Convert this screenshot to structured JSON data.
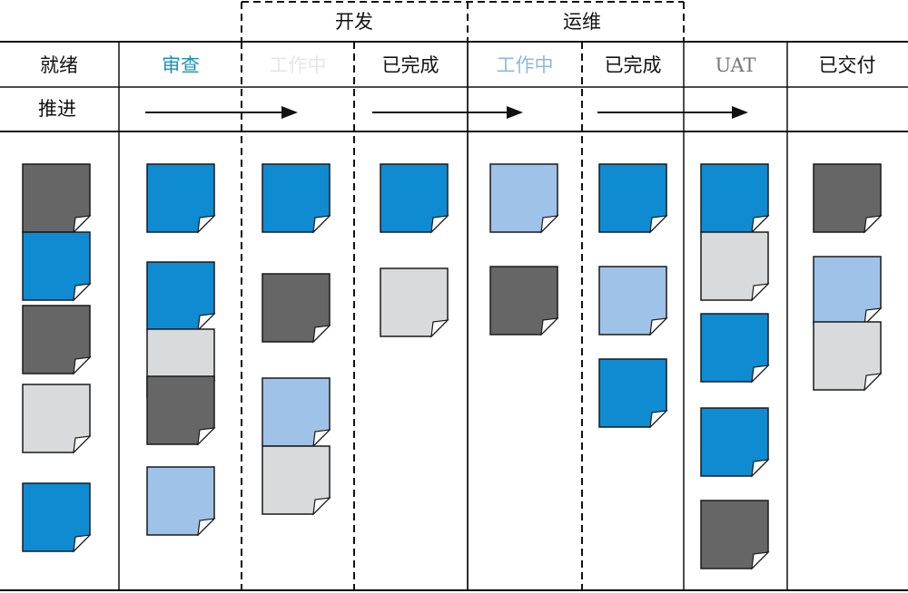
{
  "groups": {
    "dev": "开发",
    "ops": "运维"
  },
  "columns": [
    {
      "key": "ready",
      "label": "就绪",
      "label_color": "#111111"
    },
    {
      "key": "review",
      "label": "审查",
      "label_color": "#1a93b3"
    },
    {
      "key": "dev_wip",
      "label": "工作中",
      "label_color": "#e6e6e6"
    },
    {
      "key": "dev_done",
      "label": "已完成",
      "label_color": "#111111"
    },
    {
      "key": "ops_wip",
      "label": "工作中",
      "label_color": "#8fb8df"
    },
    {
      "key": "ops_done",
      "label": "已完成",
      "label_color": "#111111"
    },
    {
      "key": "uat",
      "label": "UAT",
      "label_color": "#777777"
    },
    {
      "key": "delivered",
      "label": "已交付",
      "label_color": "#111111"
    }
  ],
  "row_label": "推进",
  "colors": {
    "dark": "#666666",
    "blue": "#0f8bd2",
    "light_blue": "#9fc3e8",
    "light_gray": "#d8dadb",
    "line": "#111111"
  },
  "cards": {
    "ready": [
      "dark",
      "blue",
      "dark",
      "light_gray",
      "blue"
    ],
    "review": [
      "blue",
      "blue",
      "light_gray",
      "dark",
      "light_blue"
    ],
    "dev_wip": [
      "blue",
      "dark",
      "light_blue",
      "light_gray"
    ],
    "dev_done": [
      "blue",
      "light_gray"
    ],
    "ops_wip": [
      "light_blue",
      "dark"
    ],
    "ops_done": [
      "blue",
      "light_blue",
      "blue"
    ],
    "uat": [
      "blue",
      "light_gray",
      "blue",
      "blue",
      "dark"
    ],
    "delivered": [
      "dark",
      "light_blue",
      "light_gray"
    ]
  }
}
